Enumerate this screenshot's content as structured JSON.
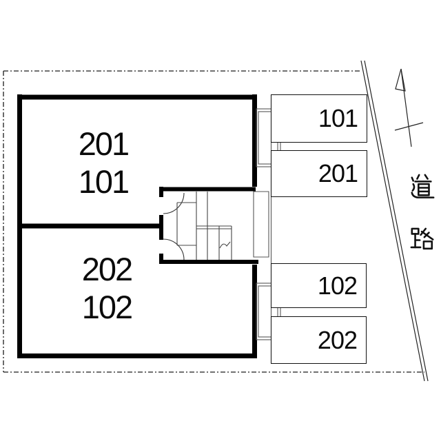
{
  "plan": {
    "background_color": "#ffffff",
    "wall_color": "#000000",
    "detail_line_color": "#555555",
    "building": {
      "rooms": [
        {
          "line1": "201",
          "line2": "101"
        },
        {
          "line1": "202",
          "line2": "102"
        }
      ]
    },
    "parking": {
      "stalls": [
        {
          "label": "101"
        },
        {
          "label": "201"
        },
        {
          "label": "102"
        },
        {
          "label": "202"
        }
      ]
    },
    "road": {
      "label": "道路",
      "chars": [
        "道",
        "路"
      ]
    },
    "compass": {
      "icon": "north-arrow-icon"
    }
  }
}
